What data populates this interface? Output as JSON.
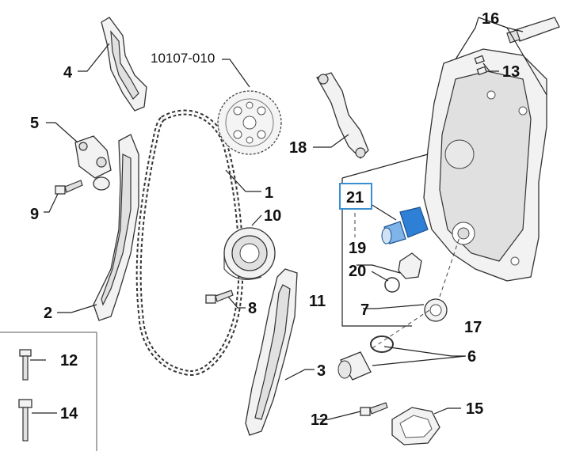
{
  "diagram": {
    "reference_code": "10107-010",
    "highlight_color": "#3a8fd0",
    "part_color": "#2e7fd6",
    "labels": {
      "p1": "1",
      "p2": "2",
      "p3": "3",
      "p4": "4",
      "p5": "5",
      "p6": "6",
      "p7": "7",
      "p8": "8",
      "p9": "9",
      "p10": "10",
      "p11": "11",
      "p12a": "12",
      "p12b": "12",
      "p13": "13",
      "p14": "14",
      "p15": "15",
      "p16": "16",
      "p17": "17",
      "p18": "18",
      "p19": "19",
      "p20": "20",
      "p21": "21"
    }
  }
}
